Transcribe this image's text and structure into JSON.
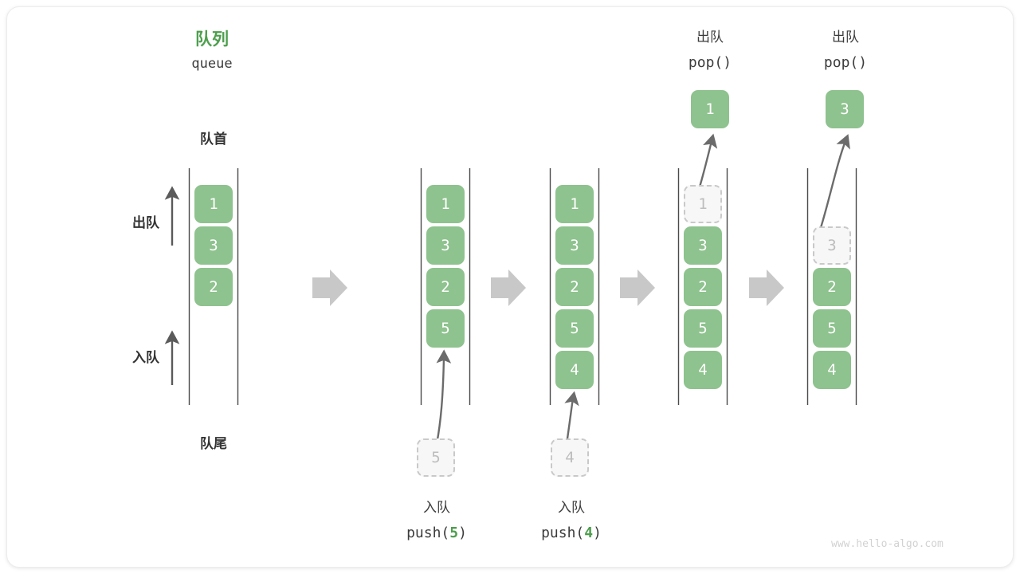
{
  "diagram": {
    "title_cn": "队列",
    "title_en": "queue",
    "front_label": "队首",
    "rear_label": "队尾",
    "dequeue_label": "出队",
    "enqueue_label": "入队",
    "watermark": "www.hello-algo.com",
    "colors": {
      "element_fill": "#8ec28e",
      "element_text": "#ffffff",
      "accent_green": "#4d9e4d",
      "ghost_fill": "#f7f7f7",
      "ghost_border": "#c9c9c9",
      "ghost_text": "#bdbdbd",
      "rail": "#4a4a4a",
      "arrow_gray": "#6b6b6b",
      "step_arrow": "#c8c8c8",
      "text_dark": "#333333"
    }
  },
  "steps": [
    {
      "id": "initial",
      "header_cn": "队列",
      "header_en": "queue",
      "header_kind": "title",
      "elements": [
        "1",
        "3",
        "2"
      ],
      "ghost_index": -1,
      "popped": null,
      "incoming": null,
      "caption_cn": null,
      "caption_code": null
    },
    {
      "id": "push-5",
      "header_cn": null,
      "header_en": null,
      "header_kind": "none",
      "elements": [
        "1",
        "3",
        "2",
        "5"
      ],
      "ghost_index": -1,
      "popped": null,
      "incoming": "5",
      "caption_cn": "入队",
      "caption_code": "push(5)",
      "caption_code_prefix": "push(",
      "caption_code_arg": "5",
      "caption_code_suffix": ")"
    },
    {
      "id": "push-4",
      "header_cn": null,
      "header_en": null,
      "header_kind": "none",
      "elements": [
        "1",
        "3",
        "2",
        "5",
        "4"
      ],
      "ghost_index": -1,
      "popped": null,
      "incoming": "4",
      "caption_cn": "入队",
      "caption_code": "push(4)",
      "caption_code_prefix": "push(",
      "caption_code_arg": "4",
      "caption_code_suffix": ")"
    },
    {
      "id": "pop-1",
      "header_cn": "出队",
      "header_en": "pop()",
      "header_kind": "op",
      "elements": [
        "1",
        "3",
        "2",
        "5",
        "4"
      ],
      "ghost_index": 0,
      "popped": "1",
      "incoming": null,
      "caption_cn": null,
      "caption_code": null
    },
    {
      "id": "pop-3",
      "header_cn": "出队",
      "header_en": "pop()",
      "header_kind": "op",
      "elements": [
        "3",
        "2",
        "5",
        "4"
      ],
      "ghost_index": 0,
      "popped": "3",
      "incoming": null,
      "caption_cn": null,
      "caption_code": null
    }
  ],
  "step_arrows": [
    "step-arrow-1",
    "step-arrow-2",
    "step-arrow-3",
    "step-arrow-4"
  ]
}
